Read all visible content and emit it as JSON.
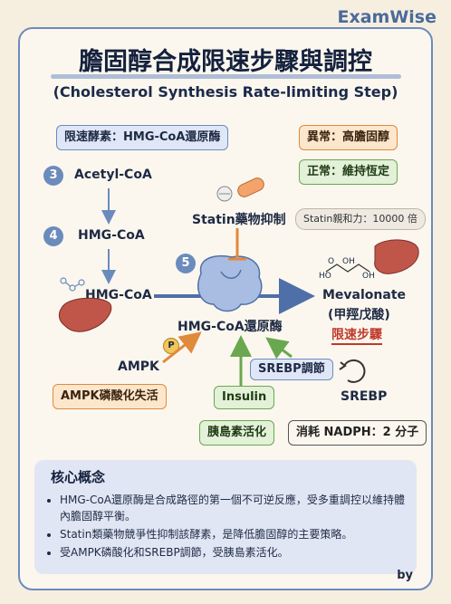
{
  "brand": "ExamWise",
  "title": "膽固醇合成限速步驟與調控",
  "subtitle": "(Cholesterol Synthesis Rate-limiting Step)",
  "boxes": {
    "rate_enzyme": "限速酵素：HMG-CoA還原酶",
    "abnormal": "異常：高膽固醇",
    "normal": "正常：維持恆定",
    "statin_affinity": "Statin親和力：10000 倍",
    "ampk_inactivation": "AMPK磷酸化失活",
    "insulin_activation": "胰島素活化",
    "nadph": "消耗 NADPH：2 分子"
  },
  "steps": {
    "n3": "3",
    "n4": "4",
    "n5": "5",
    "acetyl": "Acetyl-CoA",
    "hmgcoa1": "HMG-CoA",
    "hmgcoa2": "HMG-CoA"
  },
  "labels": {
    "statin": "Statin藥物抑制",
    "enzyme": "HMG-CoA還原酶",
    "mevalonate": "Mevalonate",
    "mevalonate_cn": "(甲羥戊酸)",
    "rate_step": "限速步驟",
    "ampk": "AMPK",
    "phos": "P",
    "srebp_reg": "SREBP調節",
    "insulin": "Insulin",
    "srebp": "SREBP",
    "oh1": "OH",
    "oh2": "OH",
    "oh3": "HO",
    "o": "O"
  },
  "concept": {
    "heading": "核心概念",
    "points": [
      "HMG-CoA還原酶是合成路徑的第一個不可逆反應，受多重調控以維持體內膽固醇平衡。",
      "Statin類藥物競爭性抑制該酵素，是降低膽固醇的主要策略。",
      "受AMPK磷酸化和SREBP調節，受胰島素活化。"
    ]
  },
  "footer": "by",
  "colors": {
    "accent_blue": "#6c8bbd",
    "orange": "#e08a3c",
    "green": "#6aa84f",
    "red": "#c0392b"
  }
}
